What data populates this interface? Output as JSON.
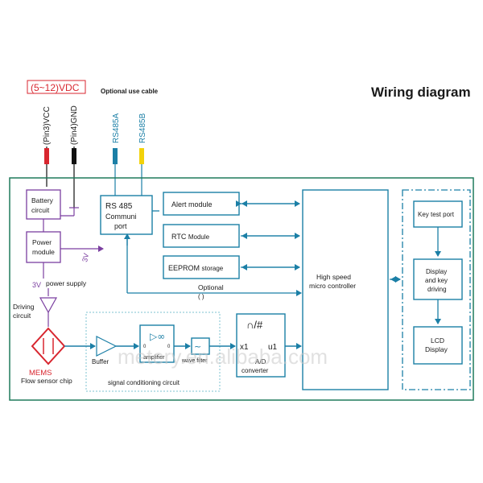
{
  "title": "Wiring diagram",
  "power_label": "(5~12)VDC",
  "cable_note": "Optional use cable",
  "wires": [
    {
      "label": "(Pin3)VCC",
      "color": "#d8262f"
    },
    {
      "label": "(Pin4)GND",
      "color": "#111111"
    },
    {
      "label": "RS485A",
      "color": "#1b7fa6"
    },
    {
      "label": "RS485B",
      "color": "#f2d20a"
    }
  ],
  "blocks": {
    "battery": "Battery\ncircuit",
    "power_module": "Power\nmodule",
    "rs485_line1": "RS 485",
    "rs485_line2": "Communi",
    "rs485_line3": "port",
    "alert": "Alert module",
    "rtc_a": "RTC",
    "rtc_b": "Module",
    "eeprom_a": "EEPROM",
    "eeprom_b": "storage",
    "mcu_line1": "High speed",
    "mcu_line2": "micro controller",
    "key_test": "Key test port",
    "display_line1": "Display",
    "display_line2": "and key",
    "display_line3": "driving",
    "lcd_line1": "LCD",
    "lcd_line2": "Display",
    "buffer": "Buffer",
    "amplifier": "amplifier",
    "filter": "wave filter",
    "adc_symbol": "∩/#",
    "adc_x1": "x1",
    "adc_u1": "u1",
    "adc_label_a": "A/D",
    "adc_label_b": "converter",
    "signal_circuit": "signal conditioning circuit"
  },
  "labels": {
    "v3_power": "3V",
    "v3_arrow": "3V",
    "power_supply": "power supply",
    "driving_a": "Driving",
    "driving_b": "circuit",
    "optional": "Optional",
    "optional_paren": "(        )",
    "mems": "MEMS",
    "flow_chip": "Flow sensor chip",
    "watermark": "metery.en.alibaba.com"
  },
  "colors": {
    "accent": "#1b7fa6",
    "purple": "#7b3fa0",
    "red": "#d8262f",
    "mems_red": "#d8262f",
    "border": "#1f7a5c"
  }
}
